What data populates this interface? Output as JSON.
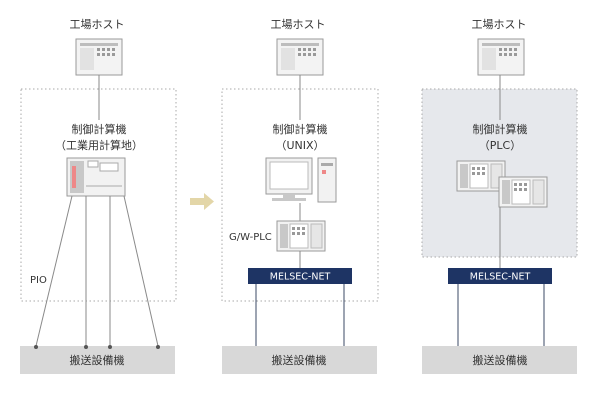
{
  "panels": [
    {
      "host_label": "工場ホスト",
      "controller_label": "制御計算機",
      "controller_sub": "（工業用計算地）",
      "pio_label": "PIO",
      "transport_label": "搬送設備機"
    },
    {
      "host_label": "工場ホスト",
      "controller_label": "制御計算機",
      "controller_sub": "（UNIX）",
      "gw_label": "G/W-PLC",
      "net_label": "MELSEC-NET",
      "transport_label": "搬送設備機"
    },
    {
      "host_label": "工場ホスト",
      "controller_label": "制御計算機",
      "controller_sub": "（PLC）",
      "net_label": "MELSEC-NET",
      "transport_label": "搬送設備機"
    }
  ],
  "colors": {
    "net_bar": "#1e3464",
    "arrow": "#e3d6a8",
    "panel3_fill": "#e6e8ec",
    "ground": "#d8d8d8"
  },
  "icons": {
    "host": "server-icon",
    "industrial_pc": "industrial-computer-icon",
    "workstation": "workstation-icon",
    "plc": "plc-icon",
    "arrow": "arrow-right-icon"
  }
}
